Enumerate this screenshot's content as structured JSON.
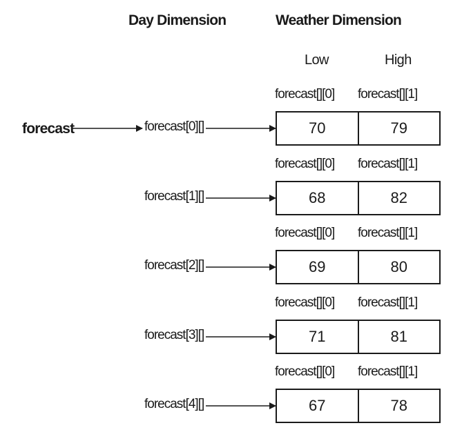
{
  "headers": {
    "day": "Day Dimension",
    "weather": "Weather Dimension"
  },
  "columns": {
    "low": "Low",
    "high": "High"
  },
  "root_label": "forecast",
  "rows": [
    {
      "label": "forecast[0][]",
      "index_low": "forecast[][0]",
      "index_high": "forecast[][1]",
      "low": "70",
      "high": "79"
    },
    {
      "label": "forecast[1][]",
      "index_low": "forecast[][0]",
      "index_high": "forecast[][1]",
      "low": "68",
      "high": "82"
    },
    {
      "label": "forecast[2][]",
      "index_low": "forecast[][0]",
      "index_high": "forecast[][1]",
      "low": "69",
      "high": "80"
    },
    {
      "label": "forecast[3][]",
      "index_low": "forecast[][0]",
      "index_high": "forecast[][1]",
      "low": "71",
      "high": "81"
    },
    {
      "label": "forecast[4][]",
      "index_low": "forecast[][0]",
      "index_high": "forecast[][1]",
      "low": "67",
      "high": "78"
    }
  ]
}
